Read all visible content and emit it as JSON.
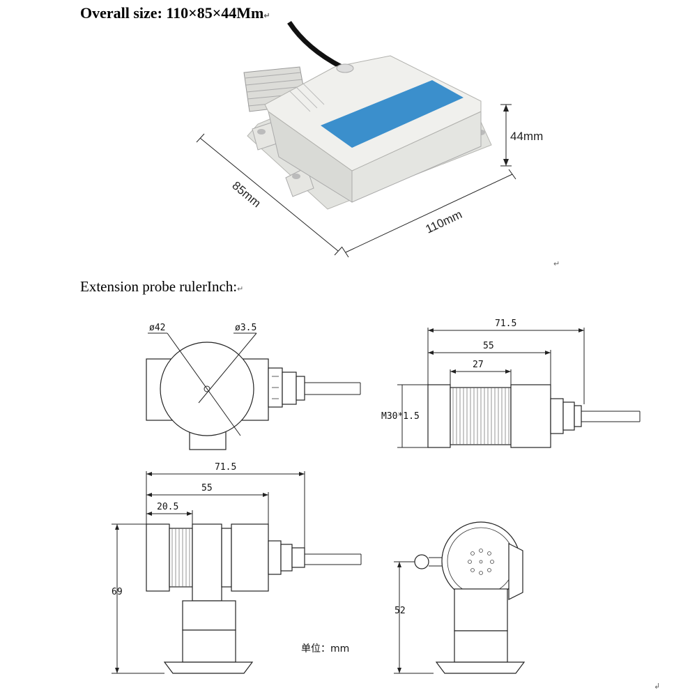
{
  "header": {
    "overall_size": "Overall size: 110×85×44Mm",
    "return_mark": "↵"
  },
  "photo": {
    "dim_height": "44mm",
    "dim_depth": "85mm",
    "dim_width": "110mm"
  },
  "section": {
    "probe_title": "Extension probe rulerInch:"
  },
  "drawings": {
    "front": {
      "dia_body": "ø42",
      "dia_hole": "ø3.5"
    },
    "side": {
      "overall": "71.5",
      "body": "55",
      "thread": "27",
      "thread_spec": "M30*1.5"
    },
    "bottom_left": {
      "overall": "71.5",
      "body": "55",
      "thread": "20.5",
      "height": "69"
    },
    "bottom_right": {
      "height": "52"
    },
    "unit_label": "单位：mm"
  },
  "colors": {
    "housing": "#e9eae6",
    "label_blue": "#3b8fcc",
    "cable": "#111111"
  }
}
